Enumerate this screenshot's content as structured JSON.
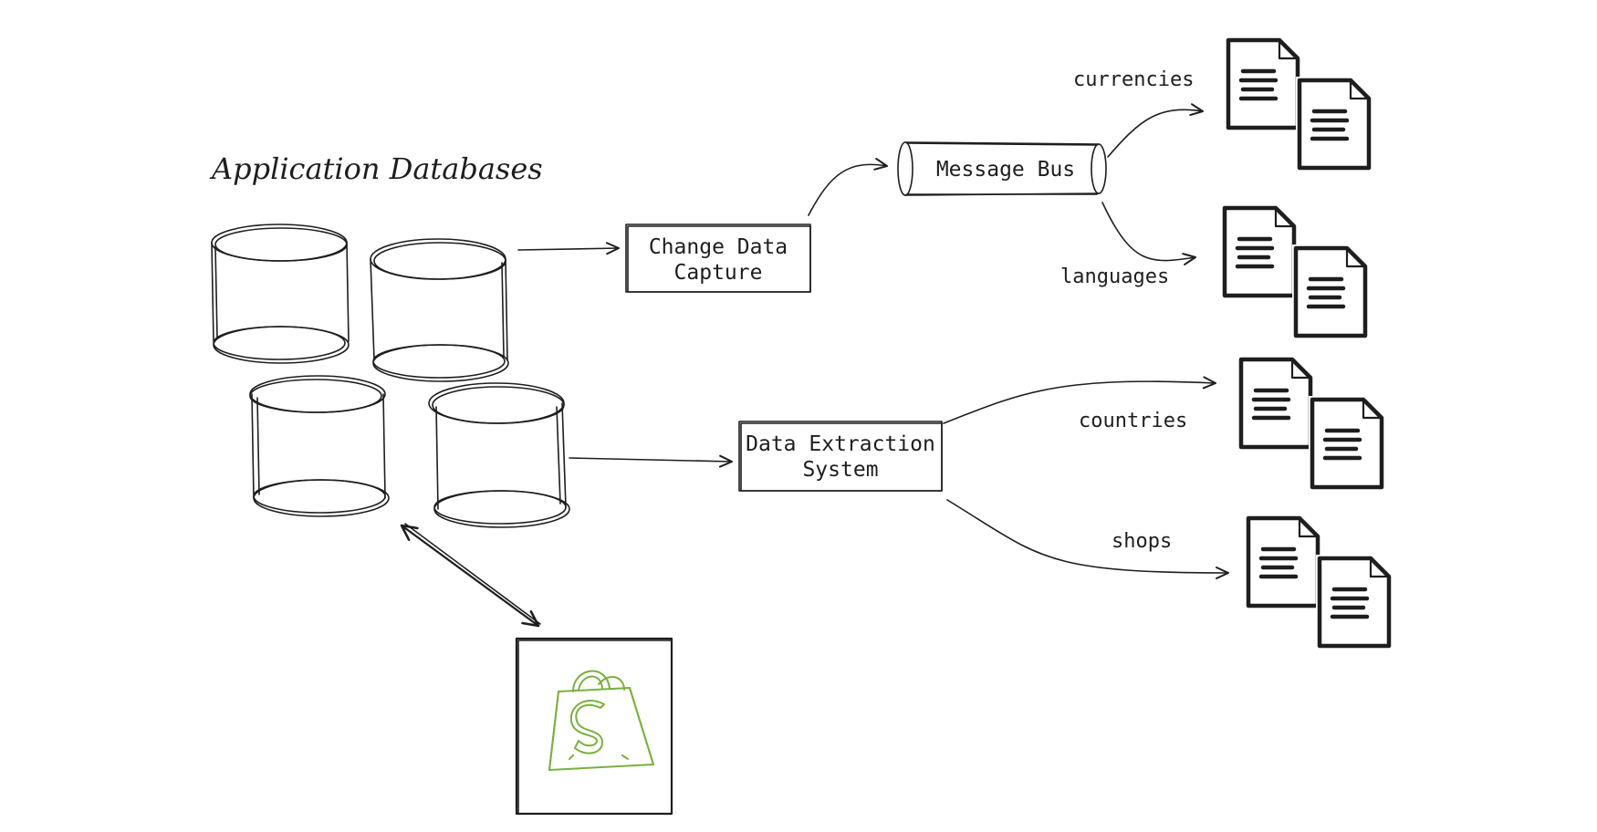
{
  "diagram": {
    "title": "Application Databases",
    "cdc_line1": "Change Data",
    "cdc_line2": "Capture",
    "bus": "Message Bus",
    "extraction_line1": "Data Extraction",
    "extraction_line2": "System",
    "topics": {
      "currencies": "currencies",
      "languages": "languages",
      "countries": "countries",
      "shops": "shops"
    },
    "colors": {
      "ink": "#1e1e1e",
      "shopify_green": "#7ab03f",
      "background": "#ffffff"
    },
    "icons": [
      "database-icon",
      "document-icon",
      "shopify-bag-icon"
    ]
  }
}
